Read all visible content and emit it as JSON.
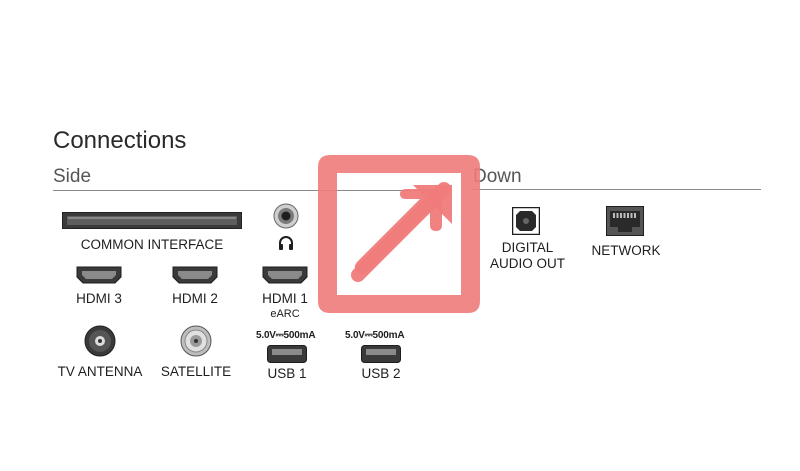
{
  "title": "Connections",
  "side": {
    "heading": "Side",
    "common_interface": "COMMON INTERFACE",
    "hdmi3": "HDMI 3",
    "hdmi2": "HDMI 2",
    "hdmi1": "HDMI 1",
    "hdmi1_sub": "eARC",
    "tv_antenna": "TV ANTENNA",
    "satellite": "SATELLITE",
    "usb1_spec": "5.0V⎓500mA",
    "usb1": "USB 1",
    "usb2_spec": "5.0V⎓500mA",
    "usb2": "USB 2"
  },
  "down": {
    "heading": "Down",
    "digital_audio_line1": "DIGITAL",
    "digital_audio_line2": "AUDIO OUT",
    "network": "NETWORK"
  },
  "icons": {
    "overlay_arrow": "arrow-up-right-in-box-icon",
    "headphone": "headphone-icon"
  },
  "colors": {
    "overlay": "#f07b7b",
    "port_dark": "#3a3a3a"
  }
}
